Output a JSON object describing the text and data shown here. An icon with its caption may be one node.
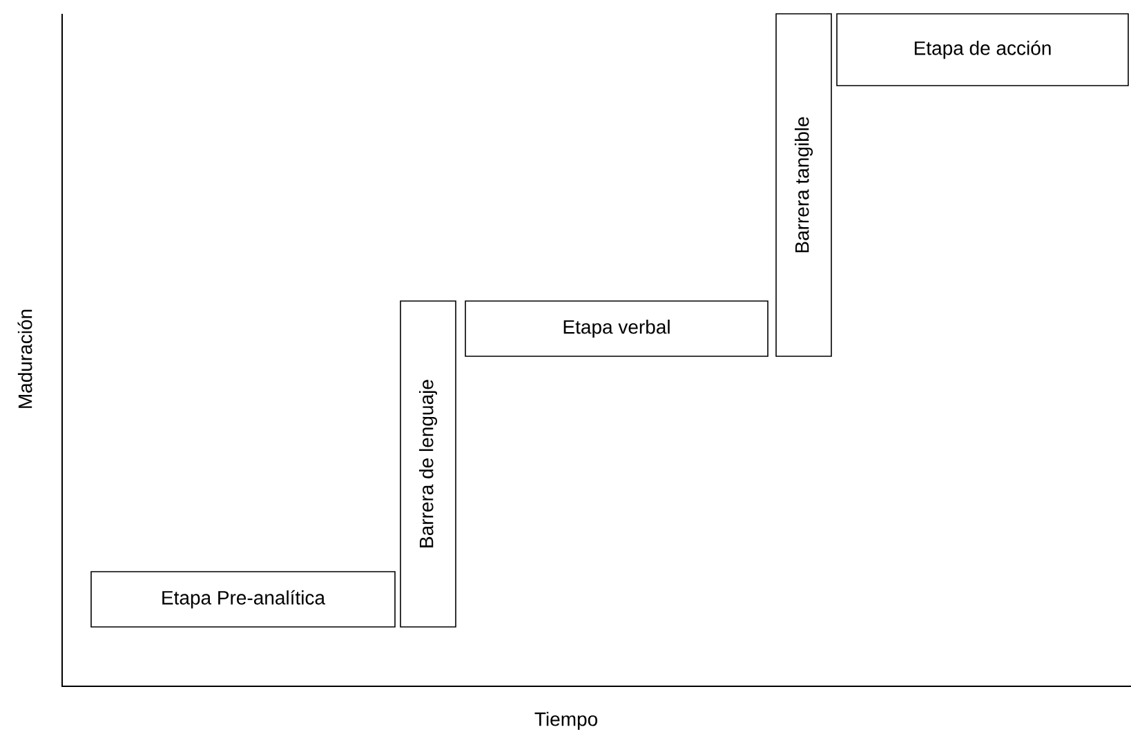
{
  "diagram": {
    "nodes": [
      {
        "text": [
          "Etapa Pre-analítica"
        ]
      },
      {
        "text": [
          "Barrera de lenguaje"
        ]
      },
      {
        "text": [
          "Etapa verbal"
        ]
      },
      {
        "text": [
          "Barrera tangible"
        ]
      },
      {
        "text": [
          "Etapa de acción"
        ]
      }
    ],
    "labels": [
      "Maduración",
      "Tiempo"
    ]
  }
}
